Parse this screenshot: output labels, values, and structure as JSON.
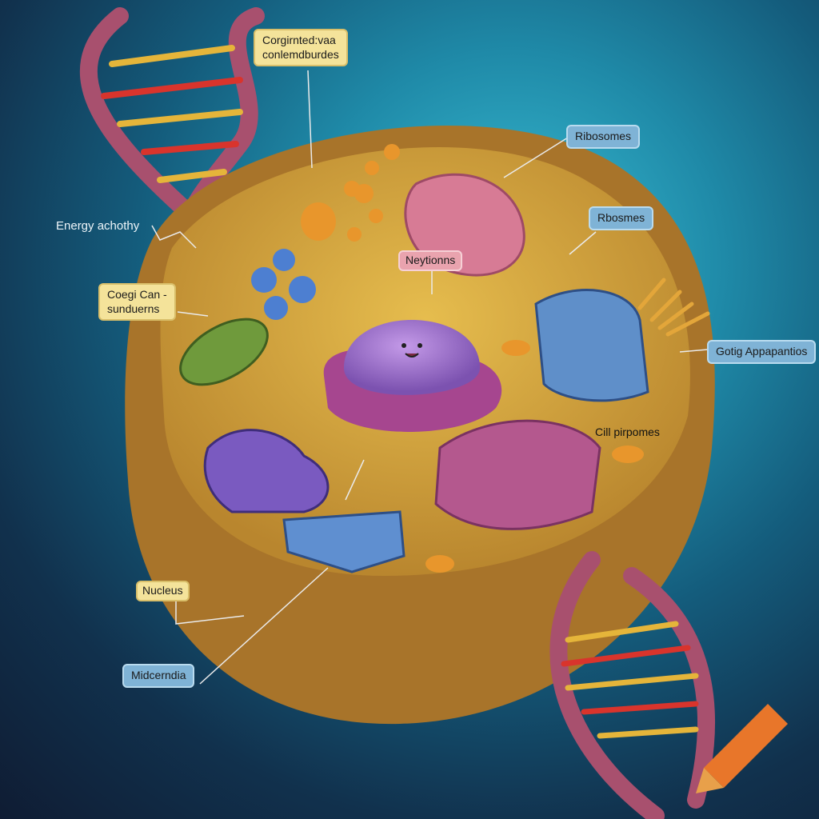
{
  "labels": {
    "top": {
      "line1": "Corgirnted:vaa",
      "line2": "conlemdburdes"
    },
    "ribosomes": "Ribosomes",
    "rbosmes": "Rbosmes",
    "energy": "Energy achothy",
    "coegi": {
      "line1": "Coegi Can -",
      "line2": "sunduerns"
    },
    "neytionns": "Neytionns",
    "golgi": "Gotig Appapantios",
    "cill": "Cill pirpomes",
    "nucleus": "Nucleus",
    "midcerndia": "Midcerndia"
  },
  "colors": {
    "cell": "#d9a83c",
    "cytoplasm": "#c9a13a",
    "nucleus": "#9a6fc9",
    "dna": "#a8506e",
    "background": "#145c7c"
  }
}
